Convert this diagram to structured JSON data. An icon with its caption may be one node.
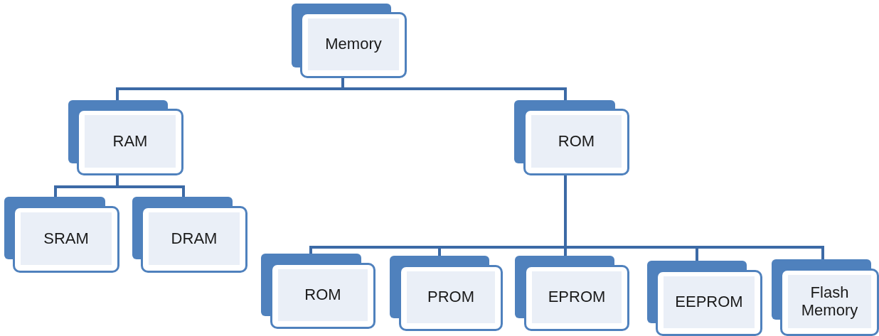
{
  "diagram": {
    "nodes": [
      {
        "text": [
          "Memory"
        ]
      },
      {
        "text": [
          "RAM"
        ]
      },
      {
        "text": [
          "ROM"
        ]
      },
      {
        "text": [
          "SRAM"
        ]
      },
      {
        "text": [
          "DRAM"
        ]
      },
      {
        "text": [
          "ROM"
        ]
      },
      {
        "text": [
          "PROM"
        ]
      },
      {
        "text": [
          "EPROM"
        ]
      },
      {
        "text": [
          "EEPROM"
        ]
      },
      {
        "text": [
          "Flash Memory"
        ]
      }
    ],
    "edges": [
      {
        "from": 0,
        "to": 1,
        "arrow": "none"
      },
      {
        "from": 0,
        "to": 2,
        "arrow": "none"
      },
      {
        "from": 1,
        "to": 3,
        "arrow": "none"
      },
      {
        "from": 1,
        "to": 4,
        "arrow": "none"
      },
      {
        "from": 2,
        "to": 5,
        "arrow": "none"
      },
      {
        "from": 2,
        "to": 6,
        "arrow": "none"
      },
      {
        "from": 2,
        "to": 7,
        "arrow": "none"
      },
      {
        "from": 2,
        "to": 8,
        "arrow": "none"
      },
      {
        "from": 2,
        "to": 9,
        "arrow": "none"
      }
    ]
  }
}
